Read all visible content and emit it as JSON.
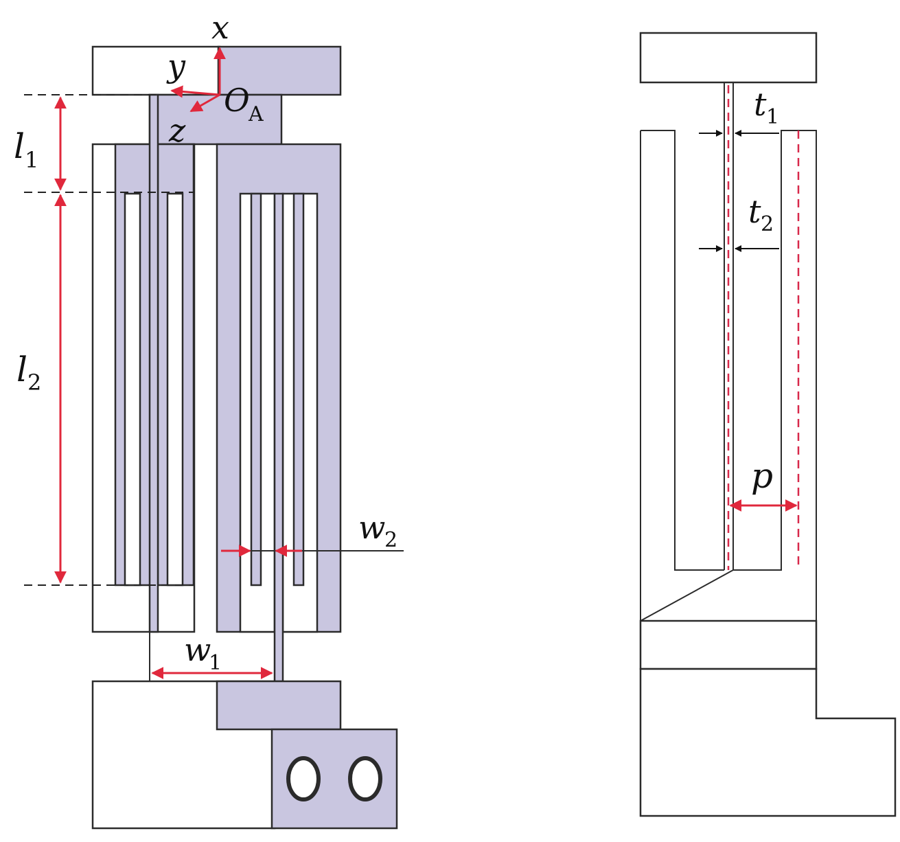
{
  "labels": {
    "x": "x",
    "y": "y",
    "z": "z",
    "origin": "O",
    "origin_sub": "A",
    "l1": "l",
    "l1_sub": "1",
    "l2": "l",
    "l2_sub": "2",
    "w1": "w",
    "w1_sub": "1",
    "w2": "w",
    "w2_sub": "2",
    "t1": "t",
    "t1_sub": "1",
    "t2": "t",
    "t2_sub": "2",
    "p": "p"
  },
  "colors": {
    "part_fill": "#c9c6e0",
    "dimension_red": "#e0283c",
    "outline": "#2b2b2b"
  }
}
